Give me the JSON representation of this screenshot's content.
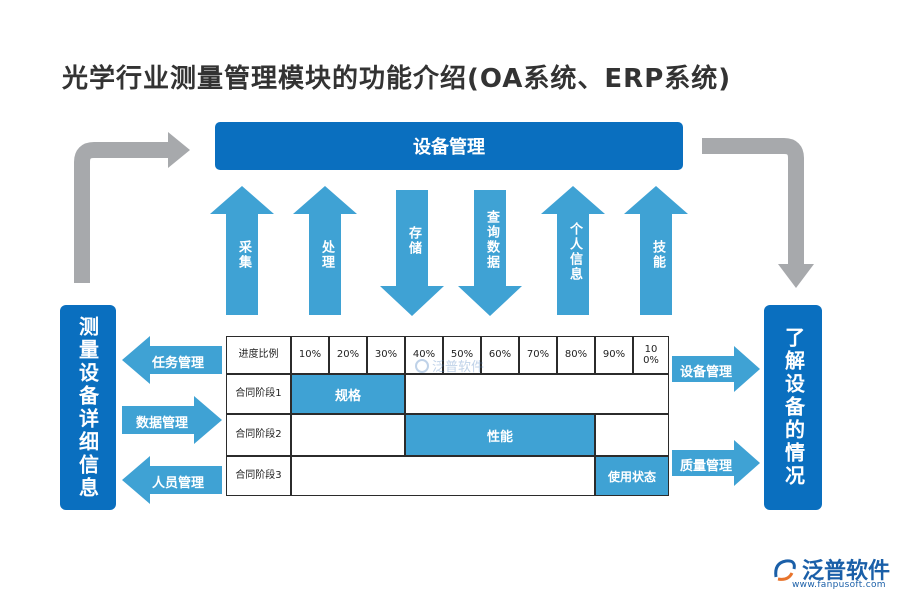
{
  "title": "光学行业测量管理模块的功能介绍(OA系统、ERP系统)",
  "top_box": "设备管理",
  "left_box": "测量设备详细信息",
  "right_box": "了解设备的情况",
  "vertical_arrows": [
    {
      "label": "采集",
      "direction": "up"
    },
    {
      "label": "处理",
      "direction": "up"
    },
    {
      "label": "存储",
      "direction": "down"
    },
    {
      "label": "查询数据",
      "direction": "down"
    },
    {
      "label": "个人信息",
      "direction": "up"
    },
    {
      "label": "技能",
      "direction": "up"
    }
  ],
  "left_arrows": [
    {
      "label": "任务管理",
      "direction": "left"
    },
    {
      "label": "数据管理",
      "direction": "right"
    },
    {
      "label": "人员管理",
      "direction": "left"
    }
  ],
  "right_arrows": [
    {
      "label": "设备管理",
      "direction": "right"
    },
    {
      "label": "质量管理",
      "direction": "right"
    }
  ],
  "table": {
    "header_label": "进度比例",
    "columns": [
      "10%",
      "20%",
      "30%",
      "40%",
      "50%",
      "60%",
      "70%",
      "80%",
      "90%",
      "100%"
    ],
    "rows": [
      {
        "label": "合同阶段1",
        "bar": "规格"
      },
      {
        "label": "合同阶段2",
        "bar": "性能"
      },
      {
        "label": "合同阶段3",
        "bar": "使用状态"
      }
    ]
  },
  "logo": {
    "name": "泛普软件",
    "url": "www.fanpusoft.com"
  },
  "watermark": "泛普软件",
  "colors": {
    "primary": "#0a6fbf",
    "arrow": "#3fa2d4",
    "gray_arrow": "#a7a9ac"
  }
}
